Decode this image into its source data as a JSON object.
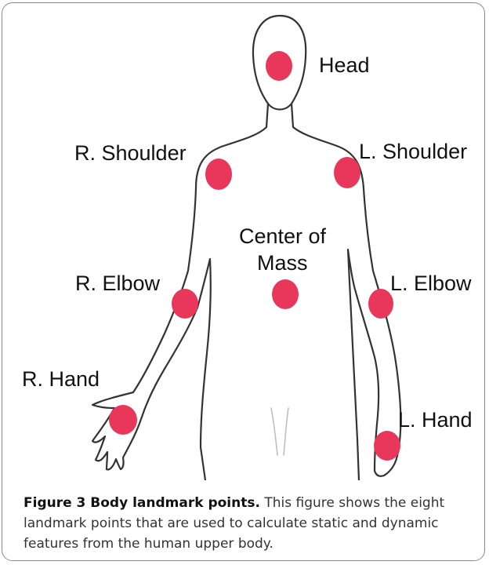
{
  "figure": {
    "point_color": "#e8375b",
    "labels": {
      "head": "Head",
      "r_shoulder": "R. Shoulder",
      "l_shoulder": "L. Shoulder",
      "center_line1": "Center of",
      "center_line2": "Mass",
      "r_elbow": "R. Elbow",
      "l_elbow": "L. Elbow",
      "r_hand": "R. Hand",
      "l_hand": "L. Hand"
    }
  },
  "caption": {
    "title": "Figure 3 Body landmark points.",
    "text": " This figure shows the eight landmark points that are used to calculate static and dynamic features from the human upper body."
  }
}
